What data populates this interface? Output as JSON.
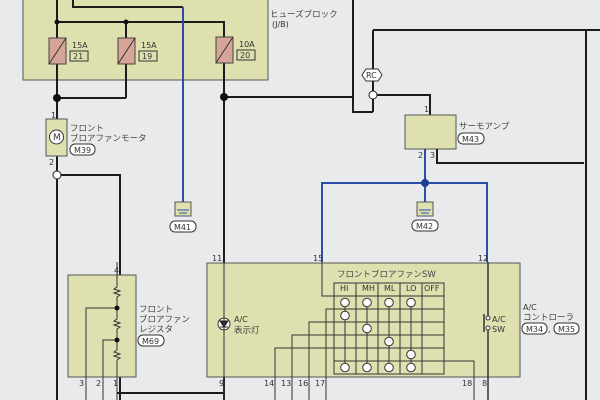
{
  "fuse_block": {
    "label": "ヒューズブロック",
    "sub": "(J/B)",
    "fuses": [
      {
        "amp": "15A",
        "no": "21"
      },
      {
        "amp": "15A",
        "no": "19"
      },
      {
        "amp": "10A",
        "no": "20"
      }
    ]
  },
  "motor": {
    "line1": "フロント",
    "line2": "ブロアファンモータ",
    "code": "M39",
    "pin_top": "1",
    "pin_bottom": "2"
  },
  "ground1": {
    "code": "M41"
  },
  "ground2": {
    "code": "M42"
  },
  "rc": "RC",
  "thermo": {
    "label": "サーモアンプ",
    "code": "M43",
    "pins": [
      "1",
      "2",
      "3"
    ]
  },
  "resistor": {
    "line1": "フロント",
    "line2": "ブロアファン",
    "line3": "レジスタ",
    "code": "M69",
    "pins": [
      "4",
      "3",
      "2",
      "1"
    ]
  },
  "controller": {
    "label1": "A/C",
    "label2": "コントローラ",
    "codes": [
      "M34",
      "M35"
    ],
    "sep": ",",
    "lamp1": "A/C",
    "lamp2": "表示灯",
    "sw1": "A/C",
    "sw2": "SW",
    "top_pins": [
      "11",
      "15",
      "12"
    ],
    "bottom_pins": [
      "9",
      "14",
      "13",
      "16",
      "17",
      "18",
      "8"
    ]
  },
  "fan_switch": {
    "title": "フロントブロアファンSW",
    "cols": [
      "HI",
      "MH",
      "ML",
      "LO",
      "OFF"
    ]
  }
}
